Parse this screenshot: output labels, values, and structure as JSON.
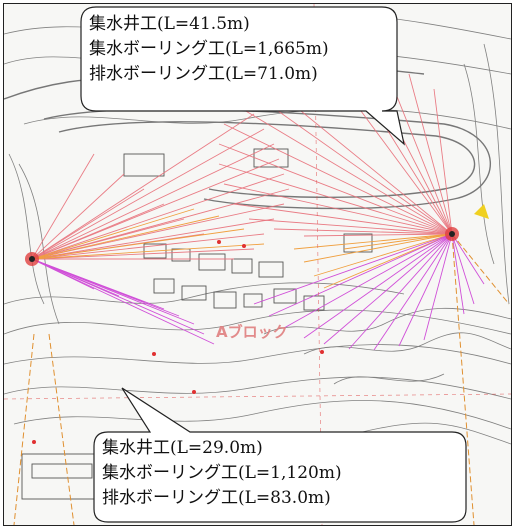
{
  "map": {
    "block_label": "Aブロック",
    "line_colors": {
      "collection_boring": "#e8707a",
      "drainage": "#f0a040",
      "magenta": "#d050d8",
      "contour": "#555555",
      "road": "#8a8a8a"
    }
  },
  "callouts": [
    {
      "lines": [
        "集水井工(L=41.5m)",
        "集水ボーリング工(L=1,665m)",
        "排水ボーリング工(L=71.0m)"
      ]
    },
    {
      "lines": [
        "集水井工(L=29.0m)",
        "集水ボーリング工(L=1,120m)",
        "排水ボーリング工(L=83.0m)"
      ]
    }
  ]
}
